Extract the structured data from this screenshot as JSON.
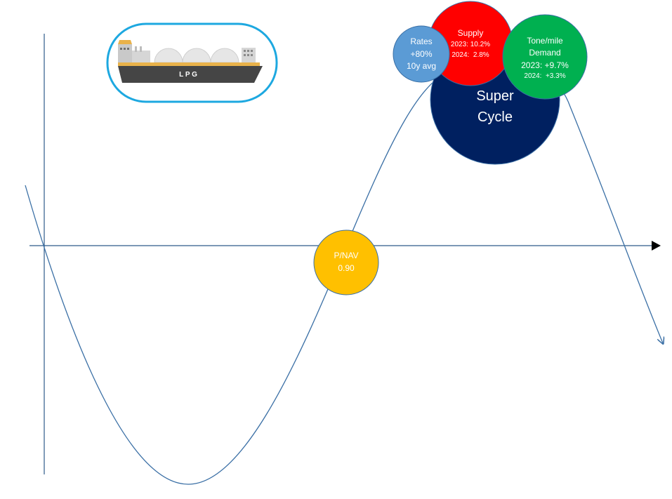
{
  "ship": {
    "label": "L P G",
    "colors": {
      "frame": "#1da8e0",
      "hull": "#454545",
      "stripe": "#e9b24a",
      "tank": "#e6e6e6"
    }
  },
  "bubbles": {
    "pnav": {
      "line1": "P/NAV",
      "line2": "0.90",
      "color": "#ffc000"
    },
    "super_cycle": {
      "line1": "Super",
      "line2": "Cycle",
      "color": "#002060"
    },
    "supply": {
      "title": "Supply",
      "line2": "2023: 10.2%",
      "line3": "2024:  2.8%",
      "color": "#ff0000"
    },
    "rates": {
      "line1": "Rates",
      "line2": "+80%",
      "line3": "10y avg",
      "color": "#5b9bd5"
    },
    "demand": {
      "line1": "Tone/mile",
      "line2": "Demand",
      "line3": "2023: +9.7%",
      "line4": "2024:  +3.3%",
      "color": "#00b050"
    }
  },
  "colors": {
    "curve": "#3a6fa5",
    "axis": "#2e5b8a",
    "arrowhead": "#000000"
  }
}
